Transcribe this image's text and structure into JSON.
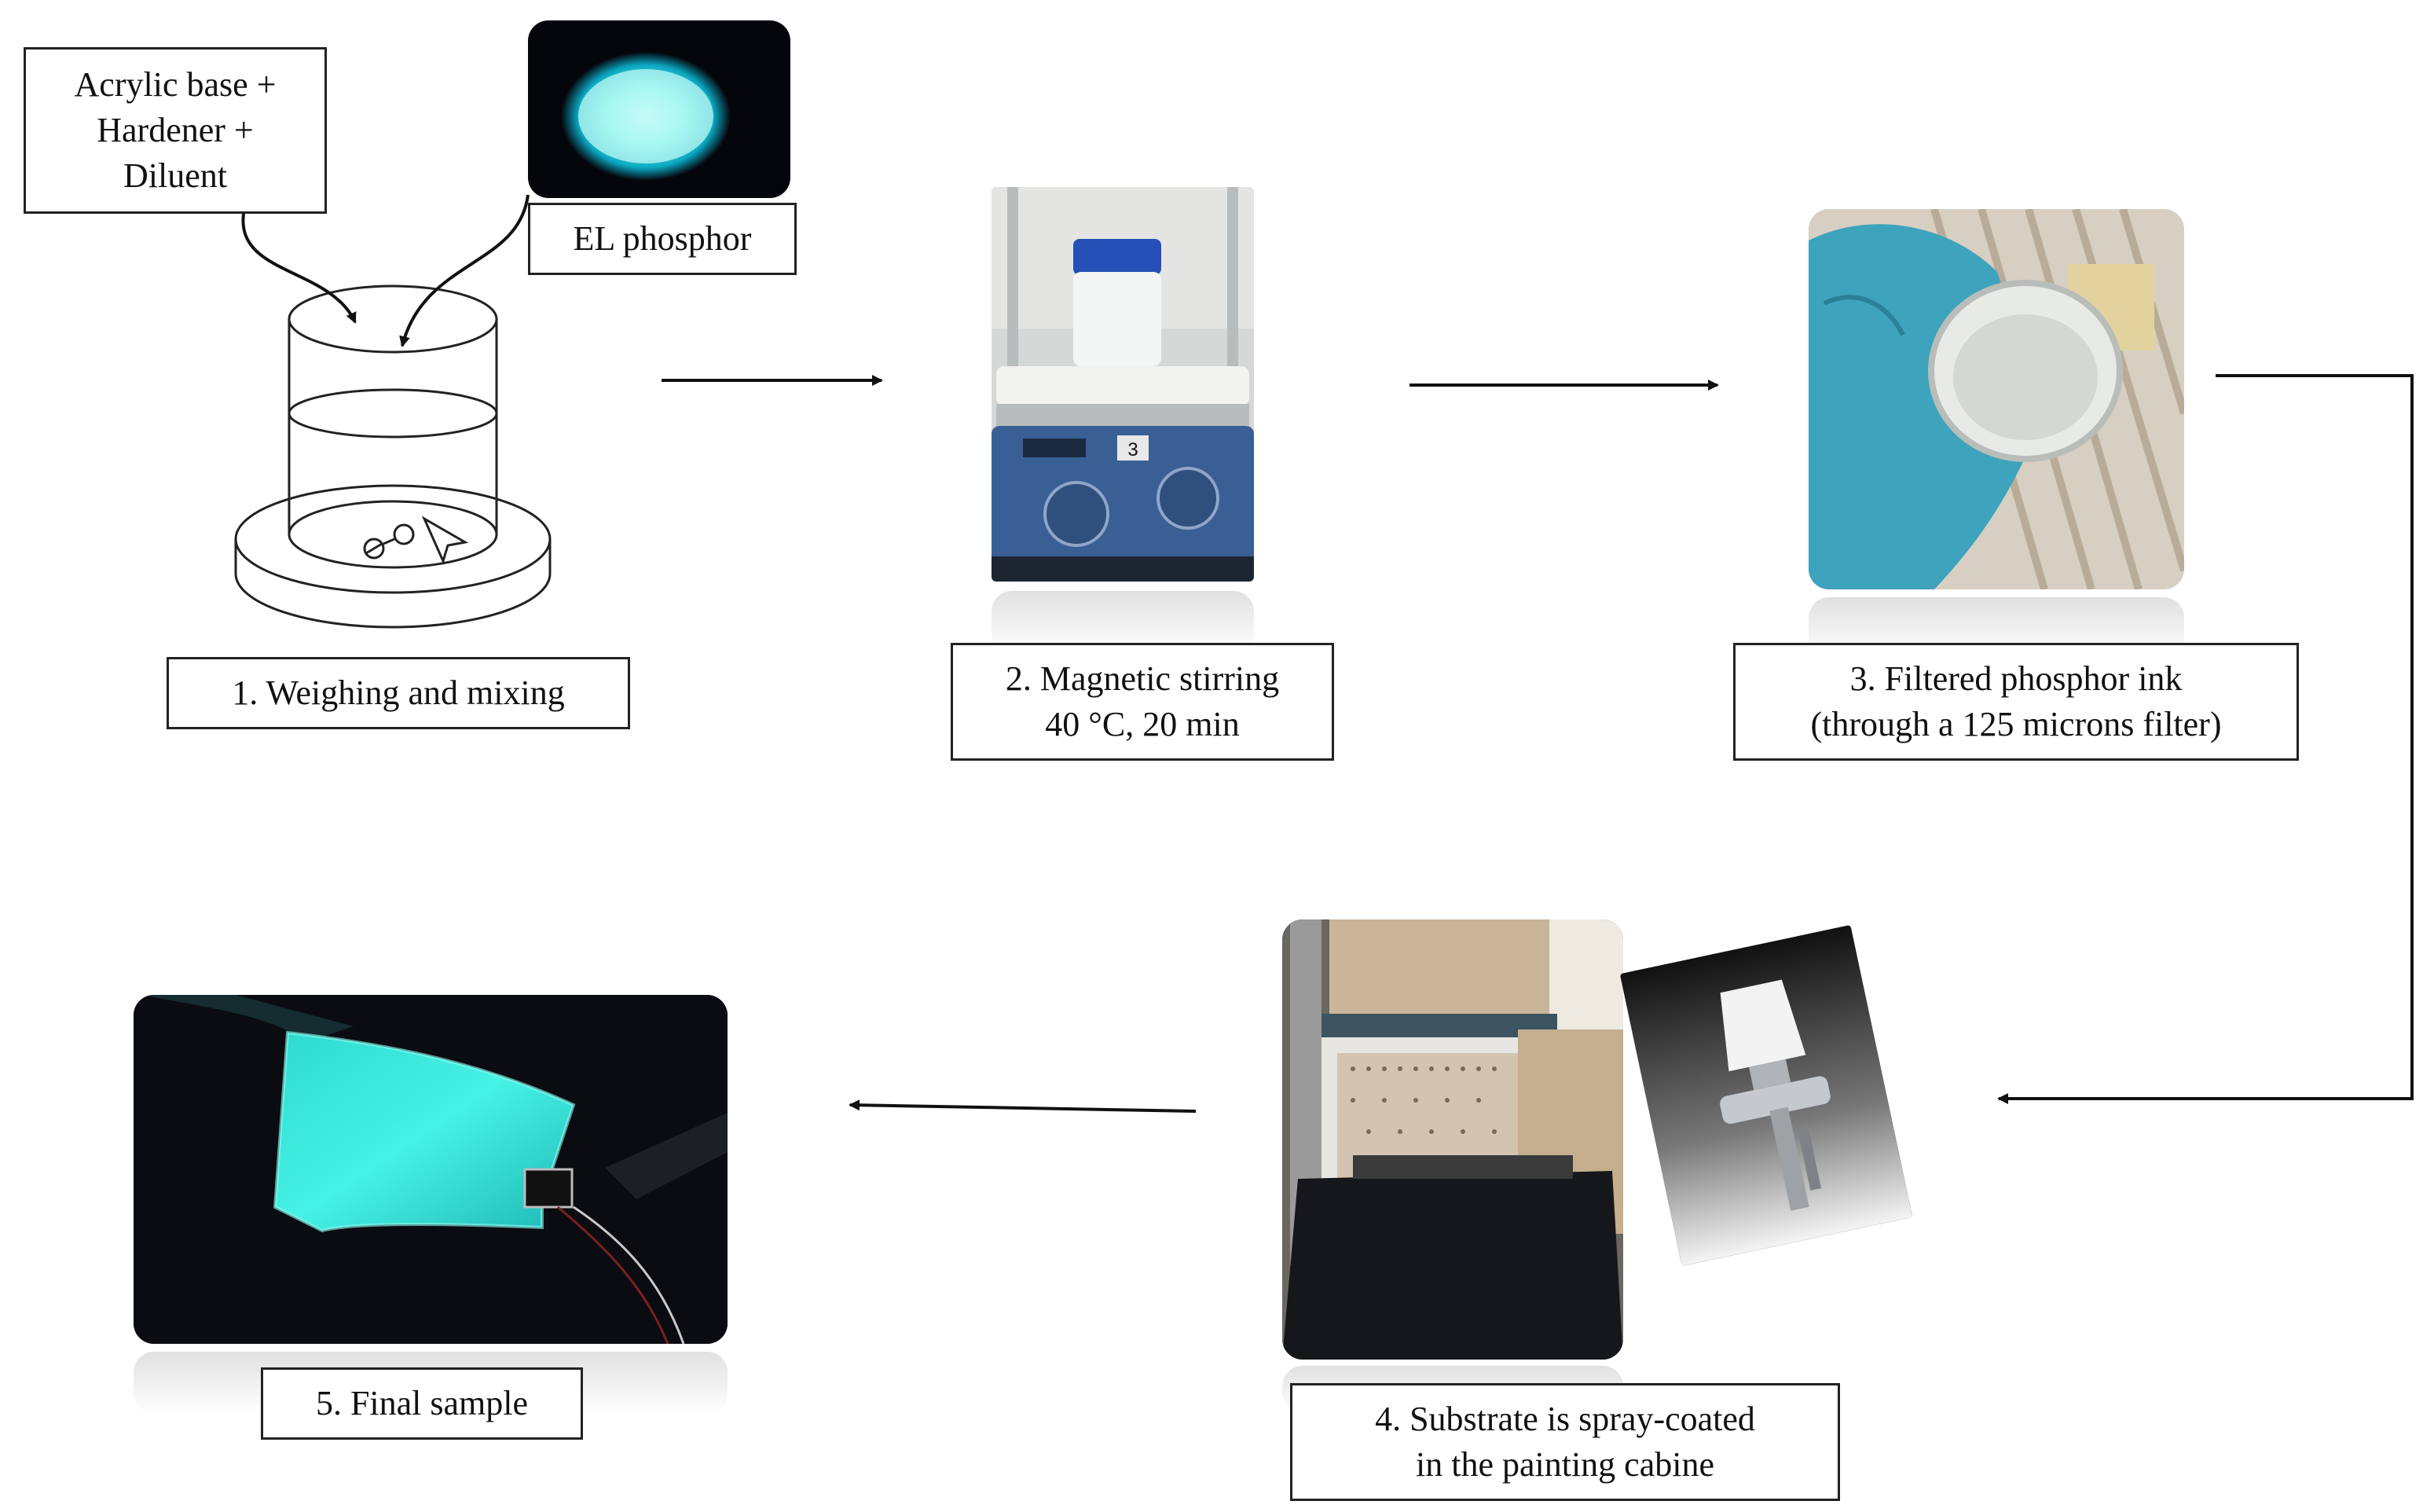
{
  "ingredients": {
    "line1": "Acrylic base +",
    "line2": "Hardener +",
    "line3": "Diluent"
  },
  "phosphor_label": "EL phosphor",
  "steps": [
    {
      "line1": "1. Weighing and mixing"
    },
    {
      "line1": "2. Magnetic stirring",
      "line2": "40 °C, 20 min"
    },
    {
      "line1": "3. Filtered phosphor ink",
      "line2": "(through a 125 microns filter)"
    },
    {
      "line1": "4. Substrate is spray-coated",
      "line2": "in the painting cabine"
    },
    {
      "line1": "5. Final sample"
    }
  ],
  "stirrer_display": "3",
  "colors": {
    "phosphor_glow": "#3ff0e0",
    "glove": "#3aa0b8",
    "stirrer_base": "#3a5f95",
    "dark": "#0a0c12"
  }
}
